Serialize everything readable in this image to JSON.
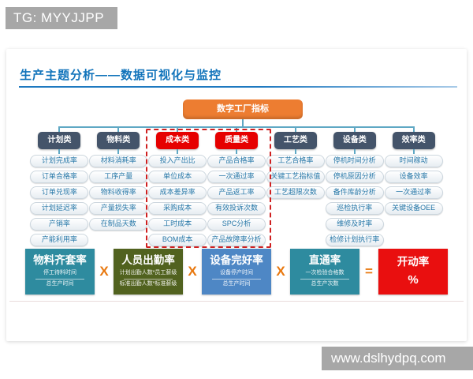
{
  "page": {
    "tg_label": "TG: MYYJJPP",
    "website": "www.dslhydpq.com",
    "title": "生产主题分析——数据可视化与监控"
  },
  "diagram": {
    "root": "数字工厂指标",
    "categories": [
      {
        "label": "计划类",
        "type": "normal",
        "items": [
          "计划完成率",
          "订单合格率",
          "订单兑现率",
          "计划延迟率",
          "产销率",
          "产能利用率"
        ]
      },
      {
        "label": "物料类",
        "type": "normal",
        "items": [
          "材料消耗率",
          "工序产量",
          "物料收得率",
          "产量损失率",
          "在制品天数"
        ]
      },
      {
        "label": "成本类",
        "type": "highlight",
        "items": [
          "投入产出比",
          "单位成本",
          "成本差异率",
          "采购成本",
          "工时成本",
          "BOM成本"
        ]
      },
      {
        "label": "质量类",
        "type": "highlight",
        "items": [
          "产品合格率",
          "一次通过率",
          "产品返工率",
          "有效投诉次数",
          "SPC分析",
          "产品故障率分析"
        ]
      },
      {
        "label": "工艺类",
        "type": "normal",
        "items": [
          "工艺合格率",
          "关键工艺指标值",
          "工艺超限次数"
        ]
      },
      {
        "label": "设备类",
        "type": "normal",
        "items": [
          "停机时间分析",
          "停机原因分析",
          "备件库龄分析",
          "巡检执行率",
          "维修及时率",
          "检修计划执行率"
        ]
      },
      {
        "label": "效率类",
        "type": "normal",
        "items": [
          "时间稼动",
          "设备效率",
          "一次通过率",
          "关键设备OEE"
        ]
      }
    ]
  },
  "formula": {
    "multiply_symbol": "X",
    "equals_symbol": "=",
    "boxes": [
      {
        "title": "物料齐套率",
        "numerator": "停工待料时间",
        "denominator": "总生产时间",
        "color": "#2e8b9f"
      },
      {
        "title": "人员出勤率",
        "numerator": "计划出勤人数*员工薪级",
        "denominator": "标准出勤人数*标准薪级",
        "color": "#51621f"
      },
      {
        "title": "设备完好率",
        "numerator": "设备停产时间",
        "denominator": "总生产时间",
        "color": "#4e87c5"
      },
      {
        "title": "直通率",
        "numerator": "一次检验合格数",
        "denominator": "总生产次数",
        "color": "#2e8b9f"
      },
      {
        "title": "开动率",
        "subtitle": "%",
        "color": "#e90f0f"
      }
    ]
  },
  "colors": {
    "category_normal": "#44546a",
    "category_highlight": "#e60000",
    "root_box": "#ed7d31",
    "connector": "#5fa8c4",
    "dashed_border": "#cf2020",
    "operator": "#e8770d",
    "title_blue": "#1274bb",
    "watermark_gray": "#a7a7a7"
  }
}
